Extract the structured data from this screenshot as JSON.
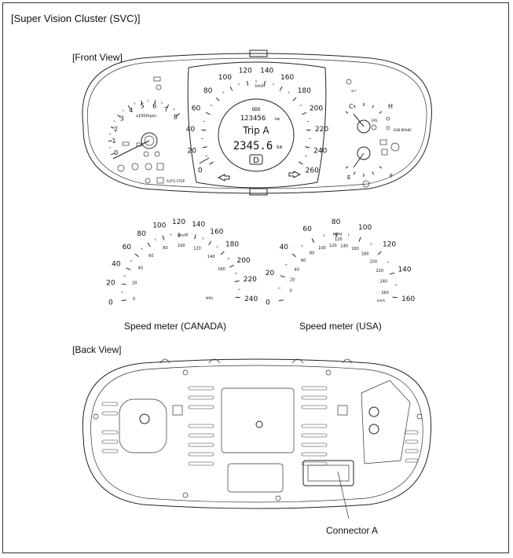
{
  "title": "[Super Vision Cluster (SVC)]",
  "front_view_label": "[Front View]",
  "back_view_label": "[Back View]",
  "tacho": {
    "numbers": [
      "0",
      "1",
      "2",
      "3",
      "4",
      "5",
      "6",
      "7",
      "8"
    ],
    "unit": "x1000rpm"
  },
  "speedo_main": {
    "numbers": [
      "0",
      "20",
      "40",
      "60",
      "80",
      "100",
      "120",
      "140",
      "160",
      "180",
      "200",
      "220",
      "240",
      "260"
    ],
    "unit": "km/h"
  },
  "display": {
    "odo_label": "ODO",
    "odo_value": "123456",
    "odo_unit": "km",
    "trip_label": "Trip A",
    "trip_value": "2345.6",
    "trip_unit": "km",
    "gear": "D"
  },
  "temp_gauge": {
    "cold": "C",
    "hot": "H"
  },
  "fuel_gauge": {
    "empty": "E",
    "full": "F"
  },
  "indicator_text": {
    "auto_stop": "AUTO STOP",
    "ehb_brake": "EHB BRAKE",
    "epb": "EPS",
    "set": "SET"
  },
  "speedo_canada": {
    "caption": "Speed meter (CANADA)",
    "outer_numbers": [
      "0",
      "20",
      "40",
      "60",
      "80",
      "100",
      "120",
      "140",
      "160",
      "180",
      "200",
      "220",
      "240"
    ],
    "inner_numbers": [
      "0",
      "20",
      "40",
      "60",
      "80",
      "100",
      "120",
      "140",
      "160"
    ],
    "unit_outer": "km/h",
    "unit_inner": "MPH"
  },
  "speedo_usa": {
    "caption": "Speed meter (USA)",
    "outer_numbers": [
      "0",
      "20",
      "40",
      "60",
      "80",
      "100",
      "120",
      "140",
      "160"
    ],
    "inner_numbers": [
      "0",
      "20",
      "40",
      "60",
      "80",
      "100",
      "120",
      "140",
      "160",
      "180",
      "200",
      "220",
      "240",
      "260"
    ],
    "unit_outer": "MPH",
    "unit_outer_sub": "120",
    "unit_inner": "km/h"
  },
  "connector_label": "Connector A"
}
